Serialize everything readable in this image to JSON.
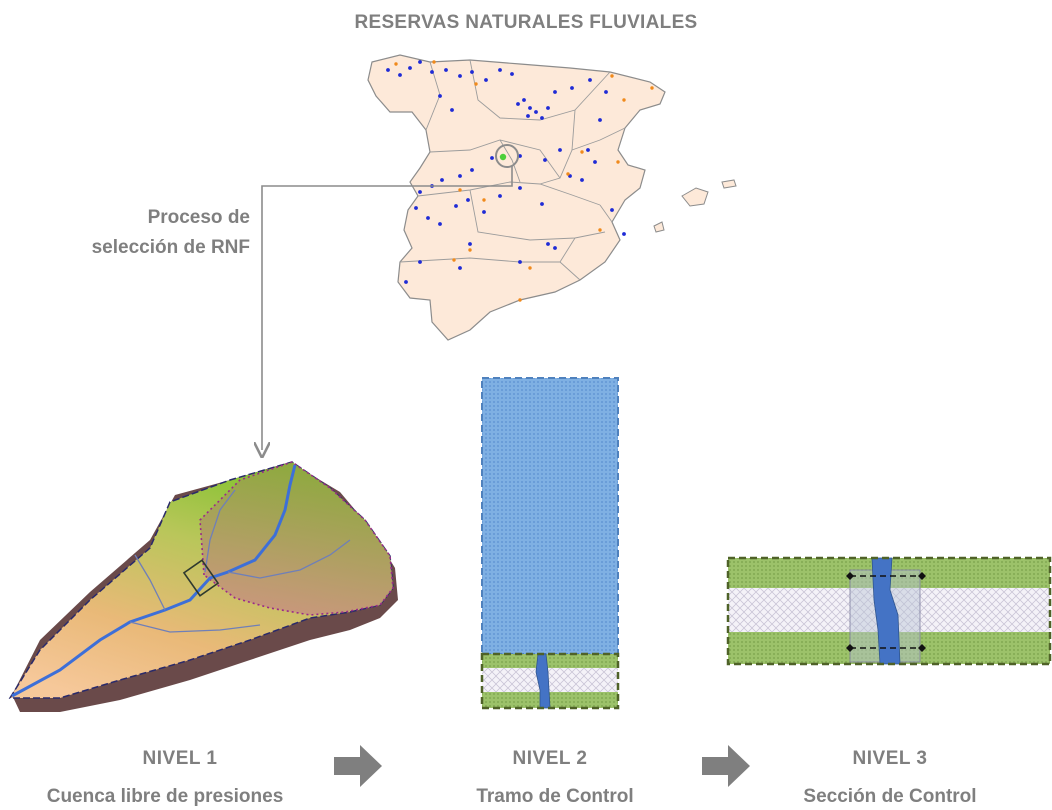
{
  "title": "RESERVAS NATURALES FLUVIALES",
  "process_label_line1": "Proceso de",
  "process_label_line2": "selección de RNF",
  "levels": [
    {
      "level": "NIVEL 1",
      "description": "Cuenca libre de presiones"
    },
    {
      "level": "NIVEL 2",
      "description": "Tramo de Control"
    },
    {
      "level": "NIVEL 3",
      "description": "Sección de Control"
    }
  ],
  "colors": {
    "label_gray": "#7f7f7f",
    "map_fill": "#fde9d9",
    "map_border": "#8c8c8c",
    "reserve_dot_blue": "#1f2bd6",
    "reserve_dot_orange": "#f08a1c",
    "highlight_green": "#4ccf3a",
    "water_blue": "#5b9bd5",
    "river_blue": "#4473c5",
    "bank_green": "#8db55a",
    "dashed_border_green": "#4f6228"
  }
}
